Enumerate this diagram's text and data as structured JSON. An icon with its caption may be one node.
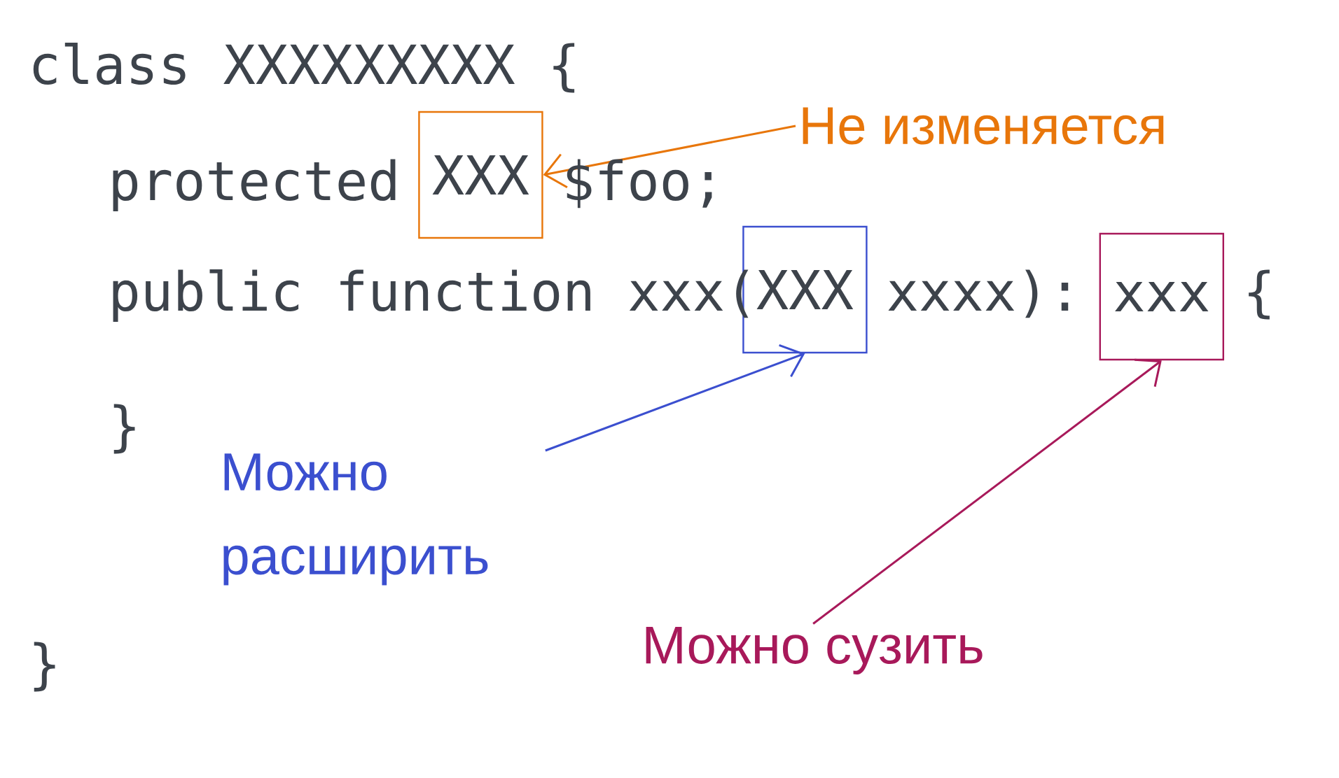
{
  "diagram": {
    "nodes": [
      {
        "text": [
          "XXX"
        ]
      },
      {
        "text": [
          "XXX"
        ]
      },
      {
        "text": [
          "xxx"
        ]
      },
      {
        "text": [
          "Не изменяется"
        ]
      },
      {
        "text": [
          "Можно расширить"
        ]
      },
      {
        "text": [
          "Можно сузить"
        ]
      }
    ],
    "edges": [
      {
        "from": 3,
        "to": 0,
        "arrow": "to",
        "color": "#e8760a"
      },
      {
        "from": 4,
        "to": 1,
        "arrow": "to",
        "color": "#3b4fcf"
      },
      {
        "from": 5,
        "to": 2,
        "arrow": "to",
        "color": "#a8195a"
      }
    ],
    "labels": [
      "class XXXXXXXXX {",
      "protected",
      "$foo;",
      "public function xxx(",
      "xxxx):",
      "{",
      "}",
      "}"
    ]
  }
}
